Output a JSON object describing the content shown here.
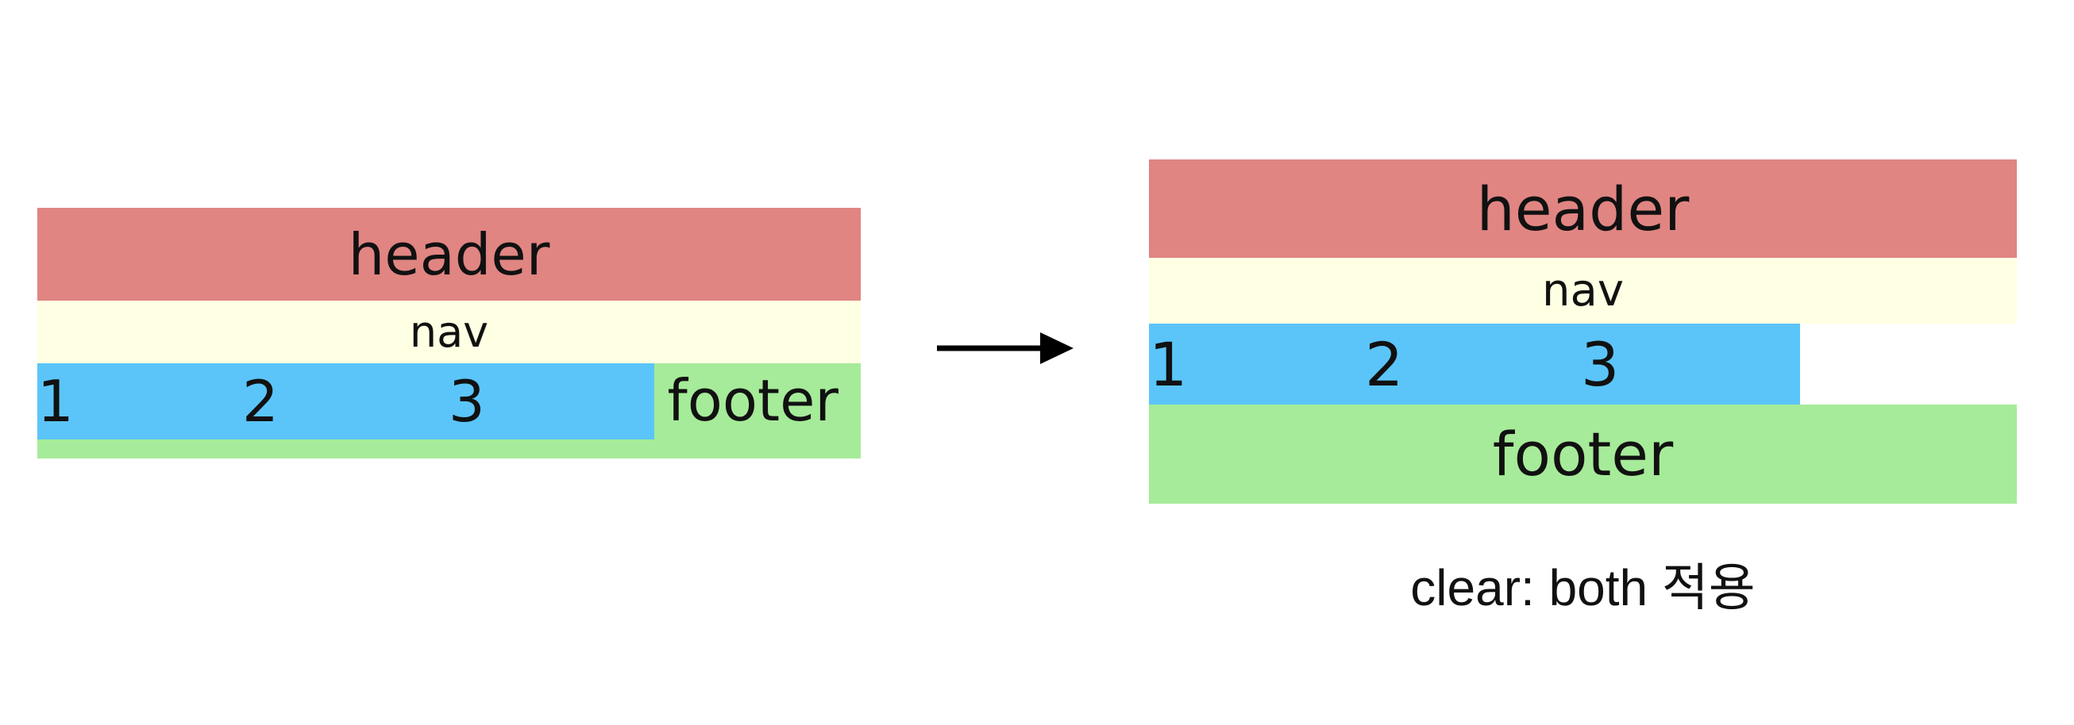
{
  "colors": {
    "header": "#e08582",
    "nav": "#ffffe3",
    "floats": "#5bc5fa",
    "footer": "#a6eb99",
    "arrow": "#000000"
  },
  "before": {
    "header_label": "header",
    "nav_label": "nav",
    "floats": [
      "1",
      "2",
      "3"
    ],
    "footer_label": "footer"
  },
  "after": {
    "header_label": "header",
    "nav_label": "nav",
    "floats": [
      "1",
      "2",
      "3"
    ],
    "footer_label": "footer",
    "caption": "clear: both 적용"
  },
  "arrow_icon": "right-arrow-icon"
}
